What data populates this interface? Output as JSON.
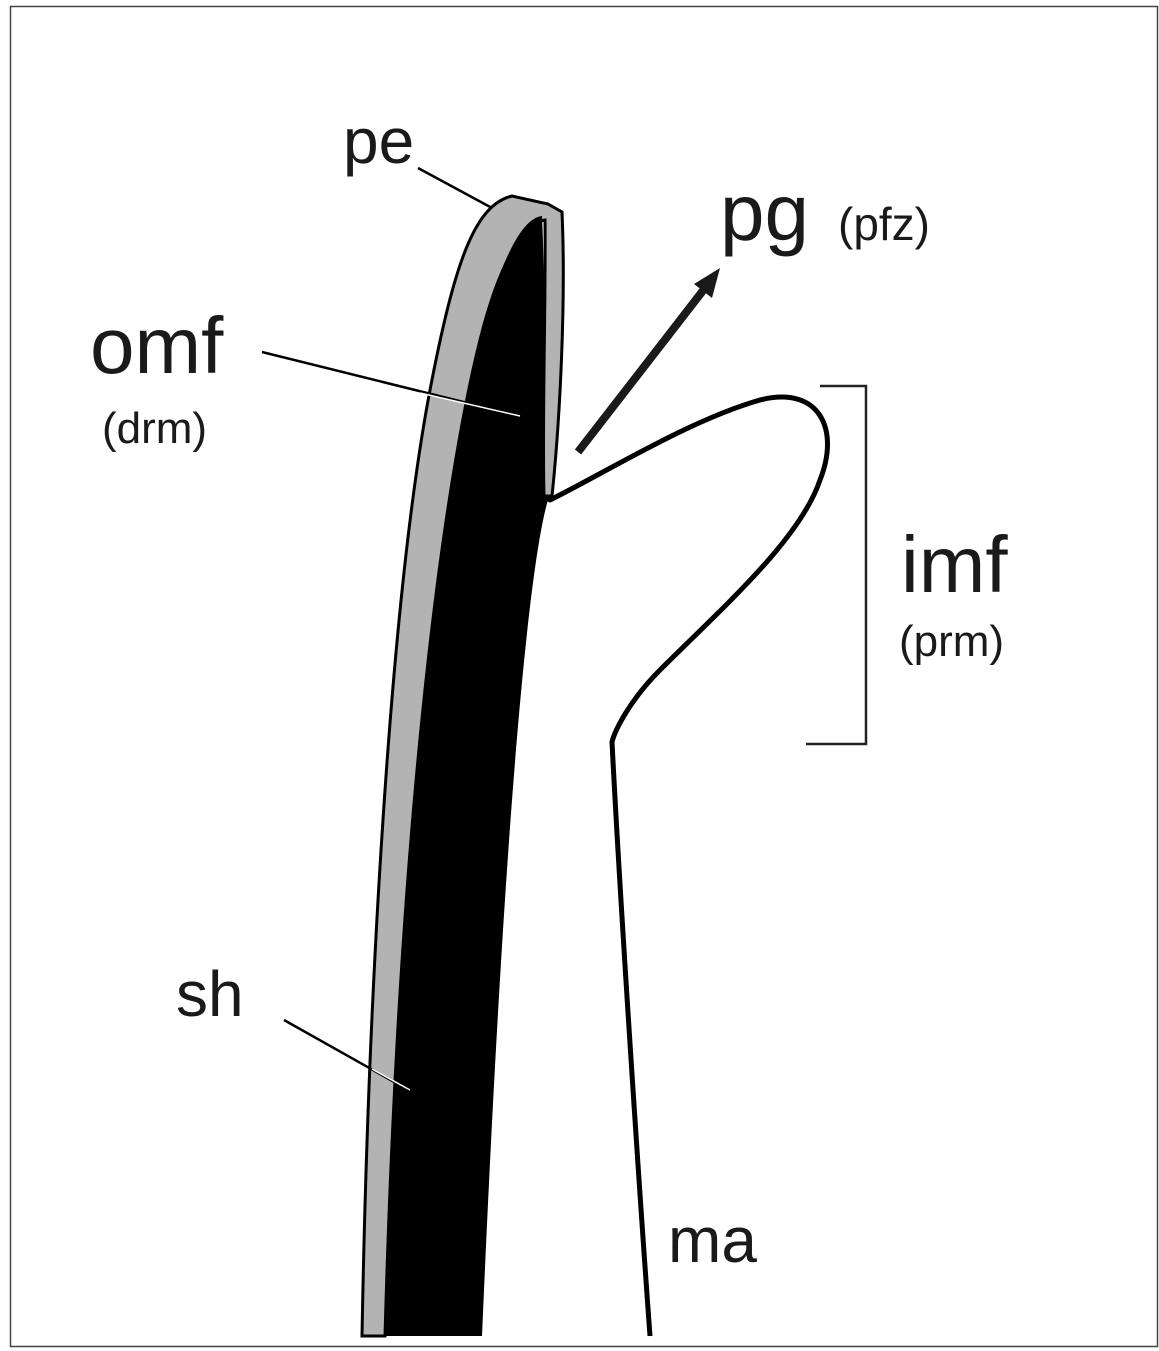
{
  "labels": {
    "pe": "pe",
    "pg": "pg",
    "pfz": "(pfz)",
    "omf": "omf",
    "drm": "(drm)",
    "imf": "imf",
    "prm": "(prm)",
    "sh": "sh",
    "ma": "ma"
  },
  "colors": {
    "shell": "#000000",
    "periostracum": "#b3b3b3",
    "outline": "#000000",
    "text": "#1a1a1a"
  }
}
